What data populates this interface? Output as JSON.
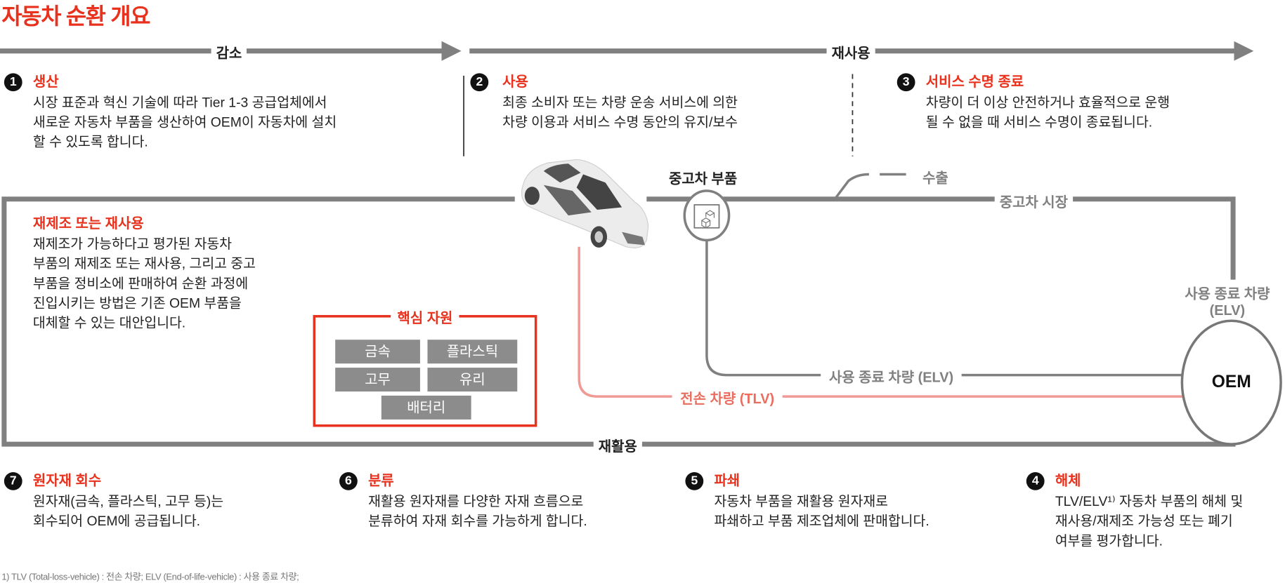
{
  "title": "자동차 순환 개요",
  "flows": {
    "reduce": "감소",
    "reuse": "재사용",
    "recycle": "재활용"
  },
  "steps": [
    {
      "num": "1",
      "title": "생산",
      "text": "시장 표준과 혁신 기술에 따라 Tier 1-3 공급업체에서\n새로운 자동차 부품을 생산하여 OEM이 자동차에 설치\n할 수 있도록 합니다."
    },
    {
      "num": "2",
      "title": "사용",
      "text": "최종 소비자 또는 차량 운송 서비스에 의한\n차량 이용과 서비스 수명 동안의 유지/보수"
    },
    {
      "num": "3",
      "title": "서비스 수명 종료",
      "text": "차량이 더 이상 안전하거나 효율적으로 운행\n될 수 없을 때 서비스 수명이 종료됩니다."
    },
    {
      "num": "4",
      "title": "해체",
      "text": "TLV/ELV¹⁾ 자동차 부품의 해체 및\n재사용/재제조 가능성 또는 폐기\n여부를 평가합니다."
    },
    {
      "num": "5",
      "title": "파쇄",
      "text": "자동차 부품을 재활용 원자재로\n파쇄하고 부품 제조업체에 판매합니다."
    },
    {
      "num": "6",
      "title": "분류",
      "text": "재활용 원자재를 다양한 자재 흐름으로\n분류하여 자재 회수를 가능하게 합니다."
    },
    {
      "num": "7",
      "title": "원자재 회수",
      "text": "원자재(금속, 플라스틱, 고무 등)는\n회수되어 OEM에 공급됩니다."
    }
  ],
  "remanufacture": {
    "title": "재제조 또는 재사용",
    "text": "재제조가 가능하다고 평가된 자동차\n부품의 재제조 또는 재사용, 그리고 중고\n부품을 정비소에 판매하여 순환 과정에\n진입시키는 방법은 기존 OEM 부품을\n대체할 수 있는 대안입니다."
  },
  "core_resources": {
    "title": "핵심 자원",
    "items": [
      "금속",
      "플라스틱",
      "고무",
      "유리",
      "배터리"
    ]
  },
  "diagram": {
    "used_parts": "중고차 부품",
    "export": "수출",
    "used_market": "중고차 시장",
    "elv_right_1": "사용 종료 차량",
    "elv_right_2": "(ELV)",
    "elv_line": "사용 종료 차량 (ELV)",
    "tlv_line": "전손 차량 (TLV)",
    "oem": "OEM"
  },
  "footnote": "1) TLV (Total-loss-vehicle) : 전손 차량;  ELV (End-of-life-vehicle) : 사용 종료 차량;",
  "colors": {
    "accent": "#e8321e",
    "flow": "#808080",
    "tlv": "#f09a96",
    "tile": "#8c8c8c"
  }
}
